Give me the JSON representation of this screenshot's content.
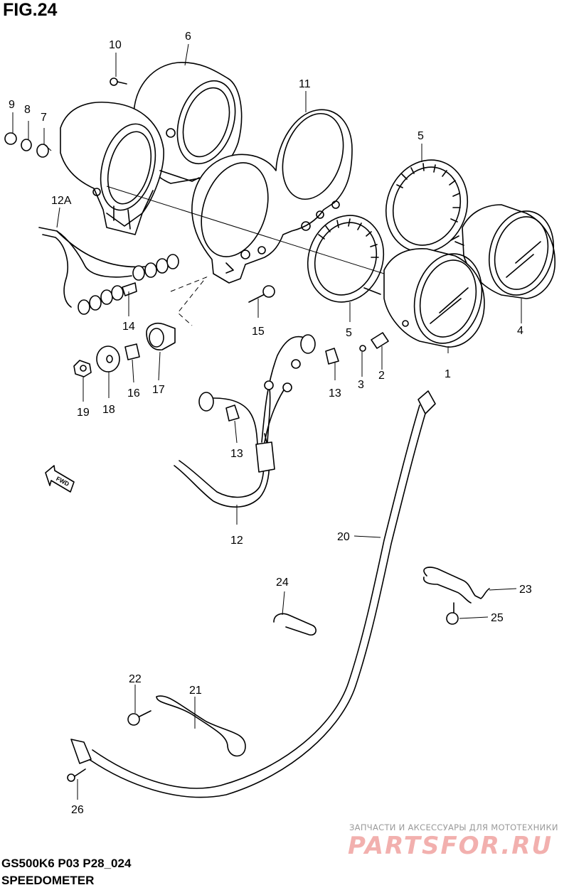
{
  "figure_label": "FIG.24",
  "model_code": "GS500K6 P03 P28_024",
  "page_title": "SPEEDOMETER",
  "fwd_label": "FWD",
  "watermark": {
    "caption": "ЗАПЧАСТИ И АКСЕССУАРЫ ДЛЯ МОТОТЕХНИКИ",
    "logo": "PARTSFOR.RU"
  },
  "callouts": [
    {
      "id": "c1",
      "text": "1"
    },
    {
      "id": "c2",
      "text": "2"
    },
    {
      "id": "c3",
      "text": "3"
    },
    {
      "id": "c4",
      "text": "4"
    },
    {
      "id": "c5a",
      "text": "5"
    },
    {
      "id": "c5b",
      "text": "5"
    },
    {
      "id": "c6",
      "text": "6"
    },
    {
      "id": "c7",
      "text": "7"
    },
    {
      "id": "c8",
      "text": "8"
    },
    {
      "id": "c9",
      "text": "9"
    },
    {
      "id": "c10",
      "text": "10"
    },
    {
      "id": "c11",
      "text": "11"
    },
    {
      "id": "c12",
      "text": "12"
    },
    {
      "id": "c12a",
      "text": "12A"
    },
    {
      "id": "c13a",
      "text": "13"
    },
    {
      "id": "c13b",
      "text": "13"
    },
    {
      "id": "c14",
      "text": "14"
    },
    {
      "id": "c15",
      "text": "15"
    },
    {
      "id": "c16",
      "text": "16"
    },
    {
      "id": "c17",
      "text": "17"
    },
    {
      "id": "c18",
      "text": "18"
    },
    {
      "id": "c19",
      "text": "19"
    },
    {
      "id": "c20",
      "text": "20"
    },
    {
      "id": "c21",
      "text": "21"
    },
    {
      "id": "c22",
      "text": "22"
    },
    {
      "id": "c23",
      "text": "23"
    },
    {
      "id": "c24",
      "text": "24"
    },
    {
      "id": "c25",
      "text": "25"
    },
    {
      "id": "c26",
      "text": "26"
    }
  ]
}
